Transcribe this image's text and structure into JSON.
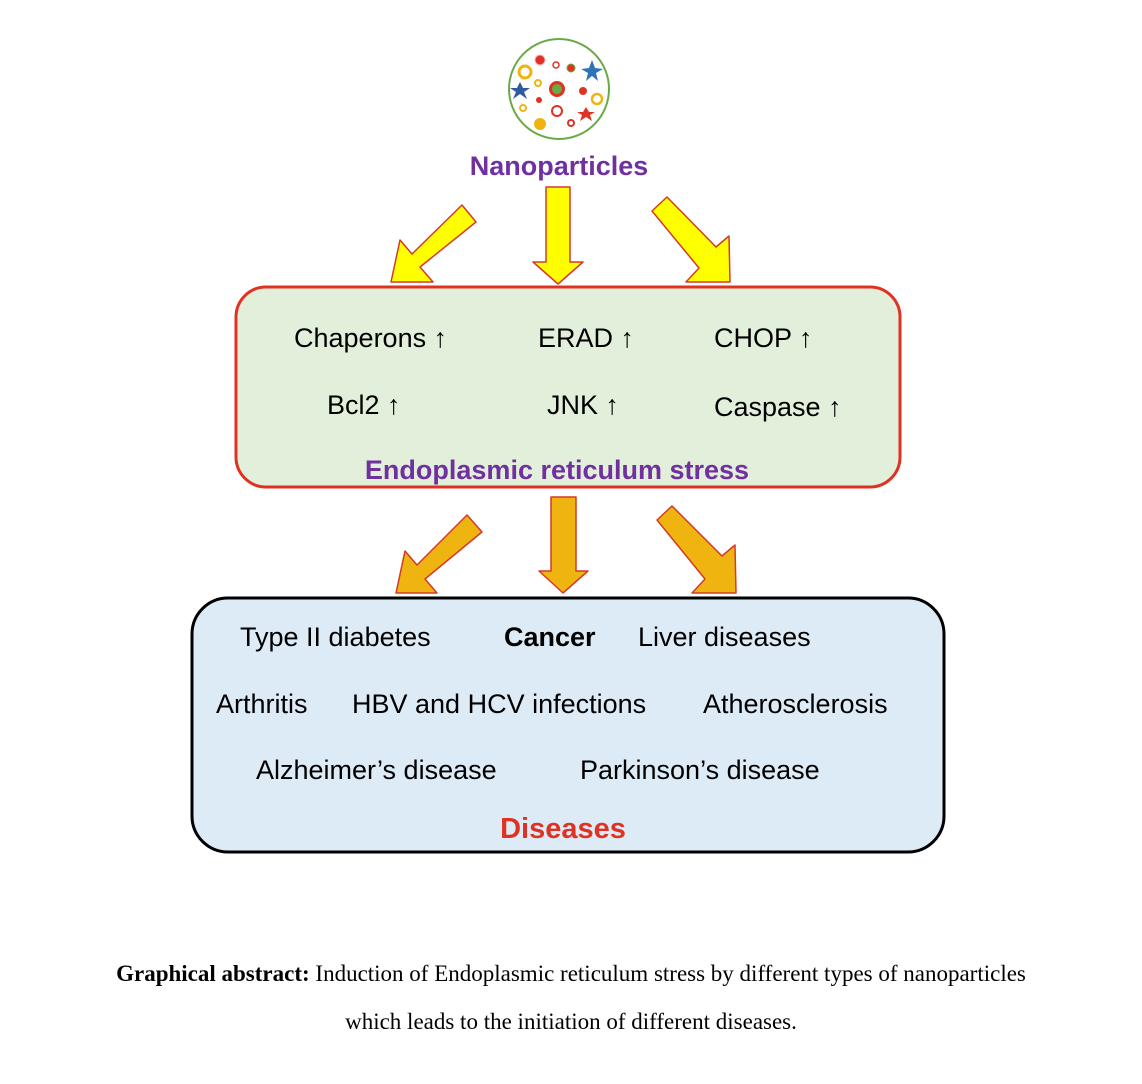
{
  "top": {
    "title": "Nanoparticles"
  },
  "er_box": {
    "row1": [
      "Chaperons",
      "ERAD",
      "CHOP"
    ],
    "row2": [
      "Bcl2",
      "JNK",
      "Caspase"
    ],
    "arrow": "↑",
    "title": "Endoplasmic reticulum stress"
  },
  "disease_box": {
    "row1": [
      "Type II diabetes",
      "Cancer",
      "Liver diseases"
    ],
    "row2": [
      "Arthritis",
      "HBV and HCV infections",
      "Atherosclerosis"
    ],
    "row3": [
      "Alzheimer’s disease",
      "Parkinson’s disease"
    ],
    "title": "Diseases"
  },
  "caption": {
    "label": "Graphical abstract:",
    "line1": "Induction of Endoplasmic reticulum stress by different types of nanoparticles",
    "line2": "which leads to the initiation of different diseases."
  },
  "colors": {
    "title_purple": "#7030a0",
    "disease_title_red": "#e03222",
    "er_box_fill": "#e2efda",
    "er_box_border": "#e03222",
    "disease_box_fill": "#ddebf7",
    "disease_box_border": "#000000",
    "arrow_yellow": "#ffff00",
    "arrow_orange": "#f0b411",
    "arrow_border": "#d43a2a",
    "nanoparticle_ring": "#6aaa46"
  }
}
